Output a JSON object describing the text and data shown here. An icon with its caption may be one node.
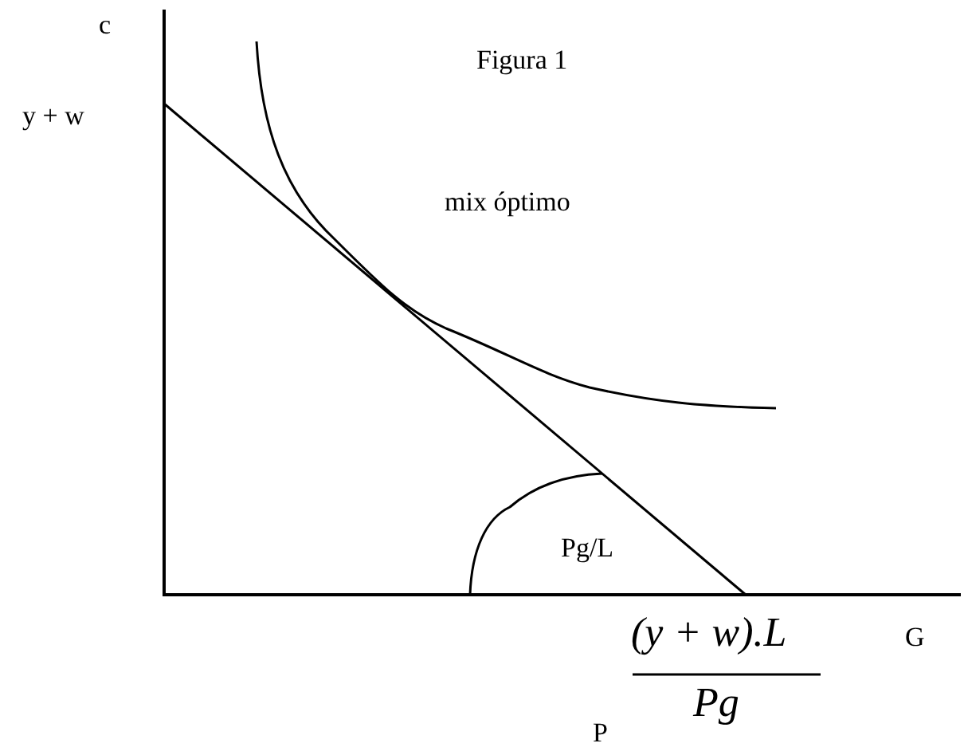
{
  "diagram": {
    "title": "Figura 1",
    "labels": [
      "c",
      "y + w",
      "mix óptimo",
      "Pg/L",
      "(y + w).L",
      "G",
      "Pg",
      "P"
    ]
  }
}
